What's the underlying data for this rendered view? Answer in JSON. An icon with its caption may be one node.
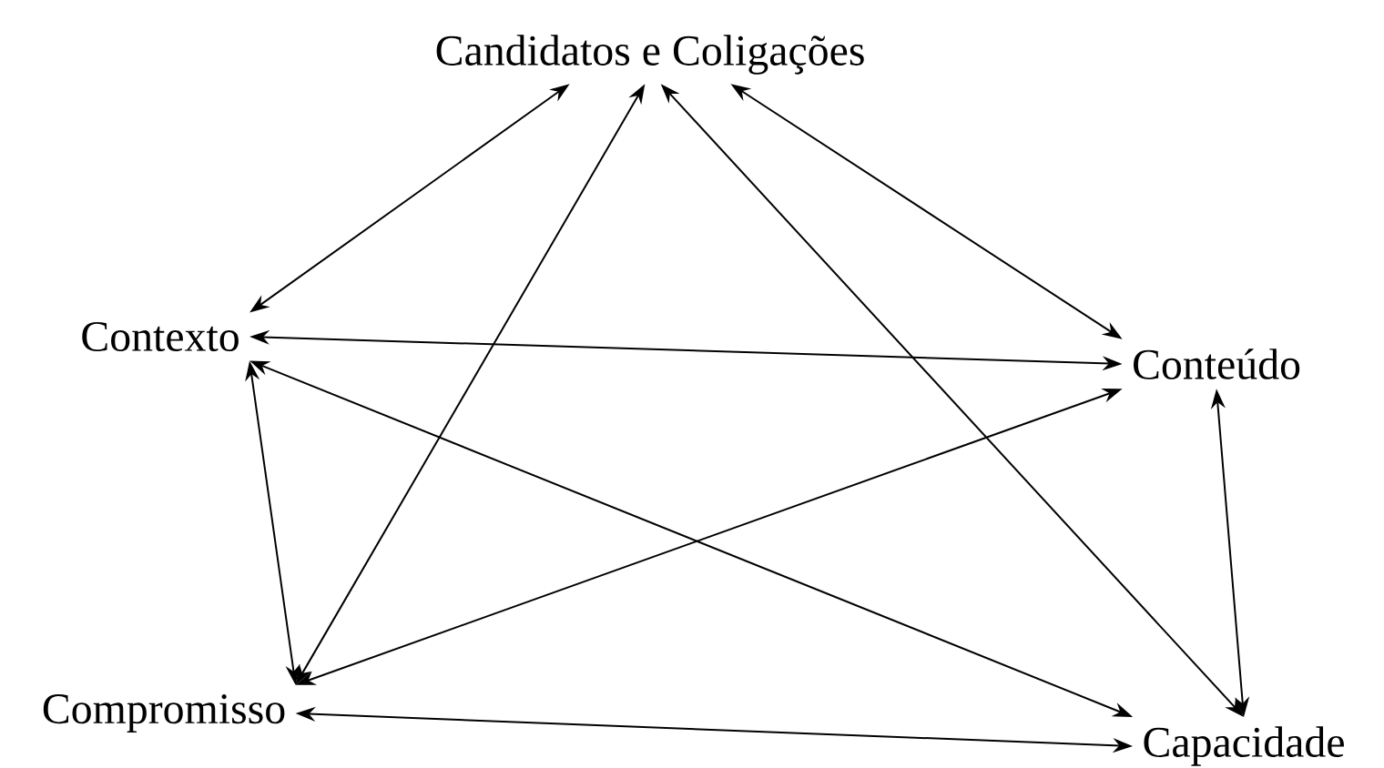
{
  "diagram": {
    "nodes": [
      {
        "text": [
          "Candidatos e Coligações"
        ]
      },
      {
        "text": [
          "Contexto"
        ]
      },
      {
        "text": [
          "Conteúdo"
        ]
      },
      {
        "text": [
          "Compromisso"
        ]
      },
      {
        "text": [
          "Capacidade"
        ]
      }
    ],
    "edges": [
      {
        "from": 0,
        "to": 1,
        "arrow": "both"
      },
      {
        "from": 0,
        "to": 2,
        "arrow": "both"
      },
      {
        "from": 0,
        "to": 3,
        "arrow": "both"
      },
      {
        "from": 0,
        "to": 4,
        "arrow": "both"
      },
      {
        "from": 1,
        "to": 2,
        "arrow": "both"
      },
      {
        "from": 1,
        "to": 3,
        "arrow": "both"
      },
      {
        "from": 1,
        "to": 4,
        "arrow": "both"
      },
      {
        "from": 2,
        "to": 3,
        "arrow": "both"
      },
      {
        "from": 2,
        "to": 4,
        "arrow": "both"
      },
      {
        "from": 3,
        "to": 4,
        "arrow": "both"
      }
    ]
  }
}
